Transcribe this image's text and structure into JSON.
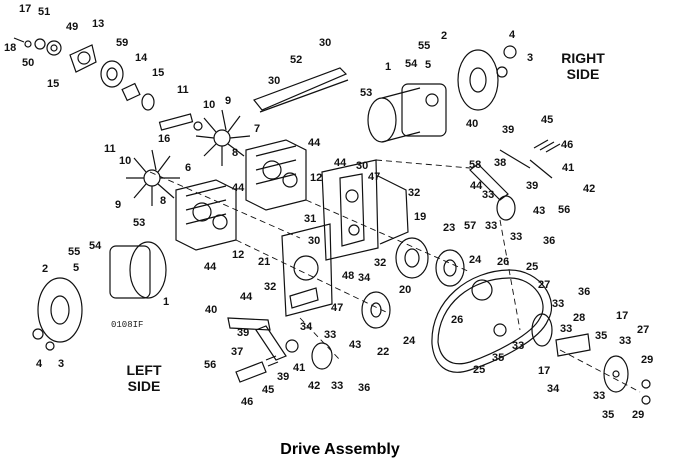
{
  "caption": "Drive Assembly",
  "drawing_id": "0108IF",
  "side_labels": {
    "right": [
      "RIGHT",
      "SIDE"
    ],
    "left": [
      "LEFT",
      "SIDE"
    ]
  },
  "callouts": [
    "17",
    "51",
    "49",
    "13",
    "18",
    "50",
    "15",
    "59",
    "14",
    "15",
    "11",
    "10",
    "9",
    "16",
    "7",
    "8",
    "52",
    "30",
    "30",
    "1",
    "55",
    "54",
    "5",
    "2",
    "4",
    "3",
    "53",
    "40",
    "39",
    "45",
    "46",
    "44",
    "12",
    "30",
    "44",
    "47",
    "32",
    "31",
    "33",
    "58",
    "38",
    "44",
    "41",
    "42",
    "39",
    "56",
    "57",
    "33",
    "43",
    "33",
    "36",
    "11",
    "10",
    "6",
    "44",
    "9",
    "8",
    "44",
    "12",
    "53",
    "55",
    "54",
    "5",
    "2",
    "1",
    "4",
    "3",
    "30",
    "21",
    "32",
    "48",
    "34",
    "32",
    "19",
    "23",
    "20",
    "24",
    "26",
    "25",
    "27",
    "36",
    "33",
    "28",
    "40",
    "44",
    "39",
    "37",
    "34",
    "47",
    "33",
    "45",
    "56",
    "46",
    "39",
    "41",
    "42",
    "43",
    "33",
    "36",
    "22",
    "24",
    "26",
    "35",
    "33",
    "25",
    "17",
    "33",
    "17",
    "35",
    "27",
    "33",
    "29",
    "34",
    "35",
    "33",
    "29"
  ],
  "colors": {
    "line": "#111111",
    "background": "#ffffff"
  }
}
